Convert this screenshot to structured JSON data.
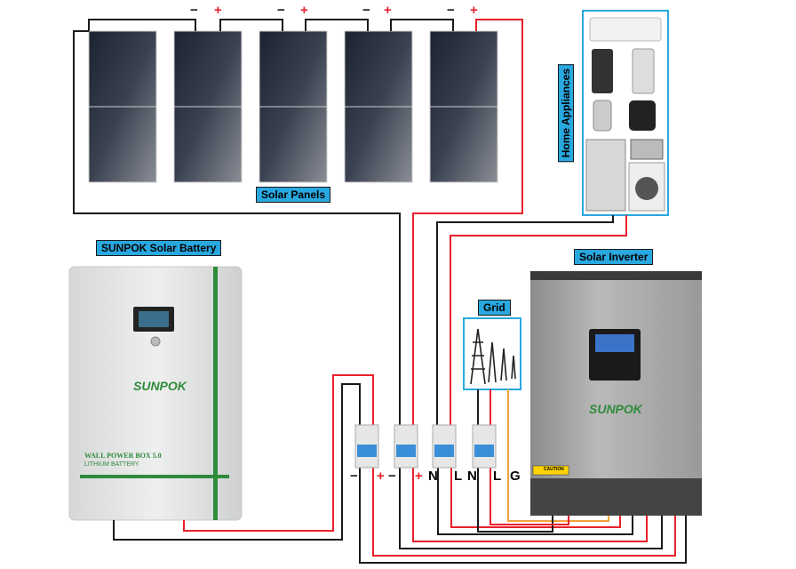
{
  "labels": {
    "solar_panels": "Solar Panels",
    "battery": "SUNPOK Solar Battery",
    "home_appliances": "Home Appliances",
    "inverter": "Solar Inverter",
    "grid": "Grid"
  },
  "battery": {
    "brand": "SUNPOK",
    "model": "WALL POWER BOX 5.0",
    "type": "LITHIUM BATTERY"
  },
  "inverter": {
    "brand": "SUNPOK",
    "caution": "CAUTION"
  },
  "panel_polarity": [
    "−",
    "+"
  ],
  "breaker_terminals": [
    "−",
    "+",
    "−",
    "+",
    "N",
    "L",
    "N",
    "L",
    "G"
  ],
  "colors": {
    "positive": "#e8202a",
    "negative": "#1a1a1a",
    "ground": "#f2a23a",
    "label_bg": "#29a8e0",
    "brand_green": "#2e8b3a"
  }
}
